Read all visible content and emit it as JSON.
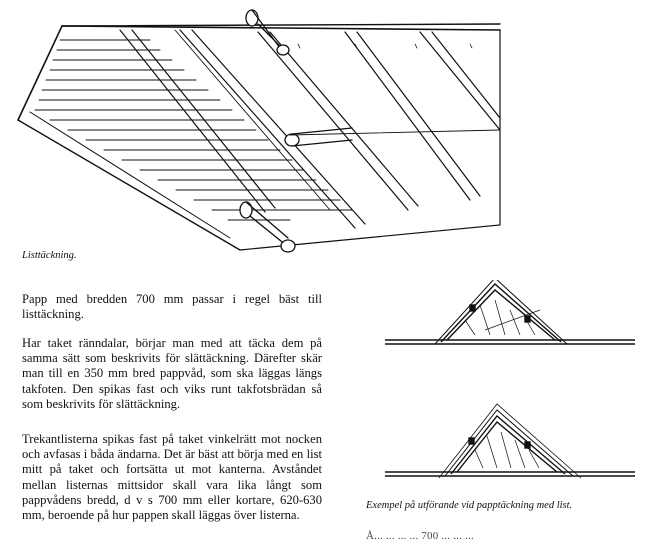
{
  "figure_top": {
    "caption": "Listtäckning."
  },
  "paragraphs": [
    "Papp med bredden 700 mm passar i regel bäst till listtäckning.",
    "Har taket ränndalar, börjar man med att täcka dem på samma sätt som beskrivits för slättäckning. Därefter skär man till en 350 mm bred pappvåd, som ska läggas längs takfoten. Den spikas fast och viks runt takfotsbrädan så som beskrivits för slättäckning.",
    "Trekantlisterna spikas fast på taket vinkelrätt mot nocken och avfasas i båda ändarna. Det är bäst att börja med en list mitt på taket och fortsätta ut mot kanterna. Avståndet mellan listernas mittsidor skall vara lika långt som pappvådens bredd, d v s 700 mm eller kortare, 620-630 mm, beroende på hur pappen skall läggas över listerna."
  ],
  "figure_right": {
    "caption": "Exempel på utförande vid papptäckning med list."
  },
  "cut_text": "Å... ... ... ... 700 ... ... ..."
}
